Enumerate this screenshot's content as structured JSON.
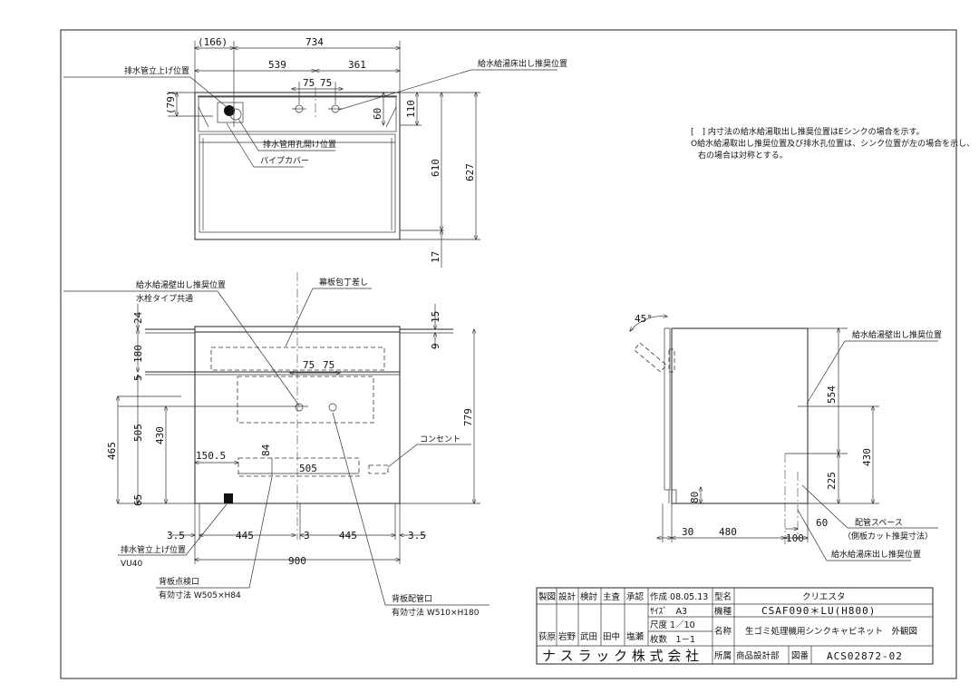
{
  "notes": [
    "[　] 内寸法の給水給湯取出し推奨位置はEシンクの場合を示す。",
    "O給水給湯取出し推奨位置及び排水孔位置は、シンク位置が左の場合を示し、",
    "右の場合は対称とする。"
  ],
  "top_view": {
    "labels": {
      "drain_riser": "排水管立上げ位置",
      "supply_floor": "給水給湯床出し推奨位置",
      "drain_hole": "排水管用孔開け位置",
      "pipe_cover": "パイプカバー"
    },
    "dims": {
      "d166": "(166)",
      "d734": "734",
      "d539": "539",
      "d361": "361",
      "d75a": "75",
      "d75b": "75",
      "d79": "(79)",
      "d60": "60",
      "d110": "110",
      "d610": "610",
      "d627": "627",
      "d17": "17"
    }
  },
  "front_view": {
    "labels": {
      "supply_wall": "給水給湯壁出し推奨位置",
      "faucet_common": "水栓タイプ共通",
      "knife_slot": "幕板包丁差し",
      "outlet": "コンセント",
      "drain_riser": "排水管立上げ位置",
      "drain_size": "VU40",
      "back_inspection": "背板点検口",
      "back_inspection_size": "有効寸法 W505×H84",
      "back_pipe": "背板配管口",
      "back_pipe_size": "有効寸法 W510×H180"
    },
    "dims": {
      "d24": "24",
      "d180": "180",
      "d5": "5",
      "d505v": "505",
      "d430": "430",
      "d465": "465",
      "d65": "65",
      "d15": "15",
      "d9": "9",
      "d779": "779",
      "d75a": "75",
      "d75b": "75",
      "d150_5": "150.5",
      "d84": "84",
      "d505h": "505",
      "d3_5a": "3.5",
      "d445a": "445",
      "d3": "3",
      "d445b": "445",
      "d3_5b": "3.5",
      "d900": "900"
    }
  },
  "side_view": {
    "labels": {
      "supply_wall": "給水給湯壁出し推奨位置",
      "pipe_space": "配管スペース",
      "pipe_space_note": "（側板カット推奨寸法）",
      "supply_floor": "給水給湯床出し推奨位置"
    },
    "dims": {
      "angle": "45°",
      "d554": "554",
      "d430": "430",
      "d225": "225",
      "d80": "80",
      "d30": "30",
      "d480": "480",
      "d100": "100",
      "d60": "60"
    }
  },
  "title_block": {
    "roles": [
      "製図",
      "設計",
      "検討",
      "主査",
      "承認"
    ],
    "signers": [
      "荻原",
      "岩野",
      "武田",
      "田中",
      "塩瀬"
    ],
    "created": "作成 08.05.13",
    "size": "ｻｲｽﾞ　A3",
    "scale": "尺度 1／10",
    "sheets": "枚数　1－1",
    "model_name_label": "型名",
    "model_name": "クリエスタ",
    "model_no_label": "機種",
    "model_no": "CSAF090＊LU(H800)",
    "title_label": "名称",
    "title": "生ゴミ処理機用シンクキャビネット　外観図",
    "company": "ナ ス ラ ッ ク 株 式 会 社",
    "dept_label": "所属",
    "dept": "商品設計部",
    "drawing_no_label": "図番",
    "drawing_no": "ACS02872-02"
  }
}
